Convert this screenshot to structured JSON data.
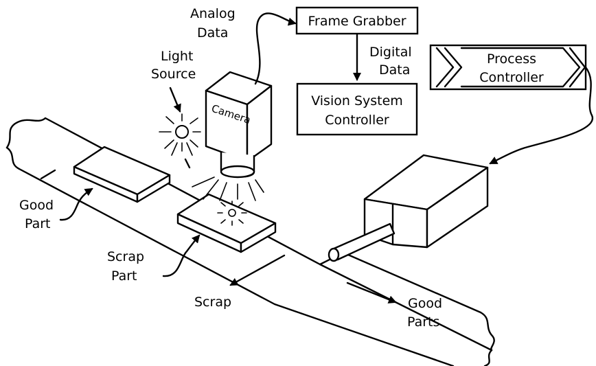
{
  "labels": {
    "analog_data_line1": "Analog",
    "analog_data_line2": "Data",
    "digital_data_line1": "Digital",
    "digital_data_line2": "Data",
    "light_source_line1": "Light",
    "light_source_line2": "Source",
    "good_part_line1": "Good",
    "good_part_line2": "Part",
    "scrap_part_line1": "Scrap",
    "scrap_part_line2": "Part",
    "scrap": "Scrap",
    "good_parts_line1": "Good",
    "good_parts_line2": "Parts"
  },
  "boxes": {
    "frame_grabber": "Frame Grabber",
    "vision_line1": "Vision System",
    "vision_line2": "Controller",
    "process_line1": "Process",
    "process_line2": "Controller",
    "camera": "Camera"
  }
}
